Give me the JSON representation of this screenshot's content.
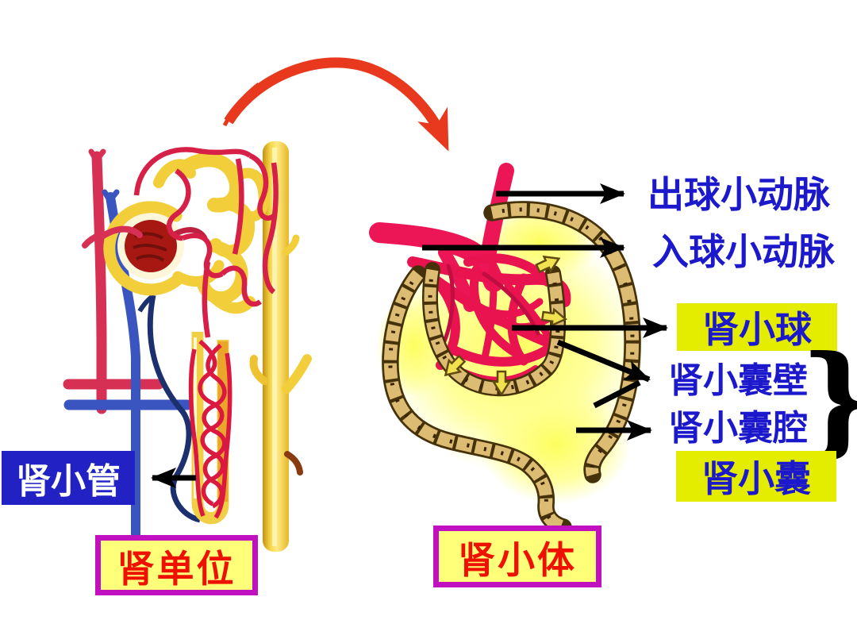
{
  "slide": {
    "background": "#ffffff"
  },
  "colors": {
    "blue_label_text": "#1c18cc",
    "highlight_label_bg": "#e4ec00",
    "caption_box_bg": "#ffff7a",
    "caption_box_border": "#c010c0",
    "caption_text_red": "#ee1000",
    "tubule_box_bg": "#2222c4",
    "tubule_box_text": "#ffffff",
    "curved_arrow_red": "#e8391f",
    "vessel_crimson": "#ec1656",
    "capsule_cell_tan": "#dcbc72",
    "capsule_glow_yellow": "#fdfd5e",
    "artery_red": "#d63054",
    "vein_blue": "#3a55c0",
    "tubule_yellow": "#f2cf3a"
  },
  "labels": {
    "efferent_arteriole": "出球小动脉",
    "afferent_arteriole": "入球小动脉",
    "glomerulus": "肾小球",
    "capsule_wall": "肾小囊壁",
    "capsule_cavity": "肾小囊腔",
    "capsule": "肾小囊",
    "renal_tubule": "肾小管",
    "wall_cavity_brace": "}"
  },
  "captions": {
    "nephron": "肾单位",
    "renal_corpuscle": "肾小体"
  }
}
